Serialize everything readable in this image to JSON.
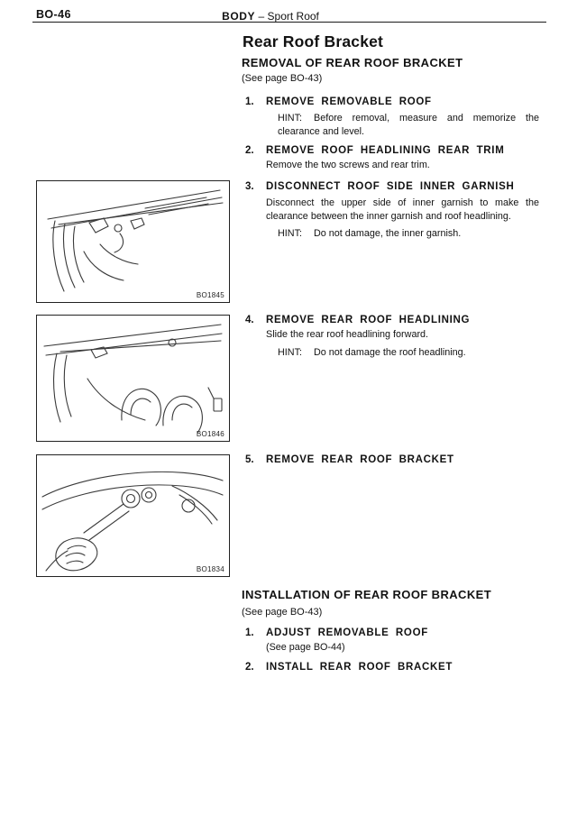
{
  "header": {
    "page_code": "BO-46",
    "section_bold": "BODY",
    "section_rest": " – Sport Roof"
  },
  "title": "Rear Roof Bracket",
  "removal": {
    "heading": "REMOVAL OF REAR ROOF BRACKET",
    "see_page": "(See page BO-43)",
    "steps": [
      {
        "num": "1.",
        "title": "REMOVE REMOVABLE ROOF",
        "hint_label": "HINT:",
        "hint": "Before removal, measure and memorize the clearance and level."
      },
      {
        "num": "2.",
        "title": "REMOVE ROOF HEADLINING REAR TRIM",
        "body": "Remove the two screws and rear trim."
      },
      {
        "num": "3.",
        "title": "DISCONNECT ROOF SIDE INNER GARNISH",
        "body": "Disconnect the upper side of inner garnish to make the clearance between the inner garnish and roof headlining.",
        "hint_label": "HINT:",
        "hint": "Do not damage, the inner garnish."
      },
      {
        "num": "4.",
        "title": "REMOVE REAR ROOF HEADLINING",
        "body": "Slide the rear roof headlining forward.",
        "hint_label": "HINT:",
        "hint": "Do not damage the roof headlining."
      },
      {
        "num": "5.",
        "title": "REMOVE REAR ROOF BRACKET"
      }
    ]
  },
  "installation": {
    "heading": "INSTALLATION OF REAR ROOF BRACKET",
    "see_page": "(See page BO-43)",
    "steps": [
      {
        "num": "1.",
        "title": "ADJUST REMOVABLE ROOF",
        "body": "(See page BO-44)"
      },
      {
        "num": "2.",
        "title": "INSTALL REAR ROOF BRACKET"
      }
    ]
  },
  "figures": [
    {
      "code": "BO1845"
    },
    {
      "code": "BO1846"
    },
    {
      "code": "BO1834"
    }
  ]
}
